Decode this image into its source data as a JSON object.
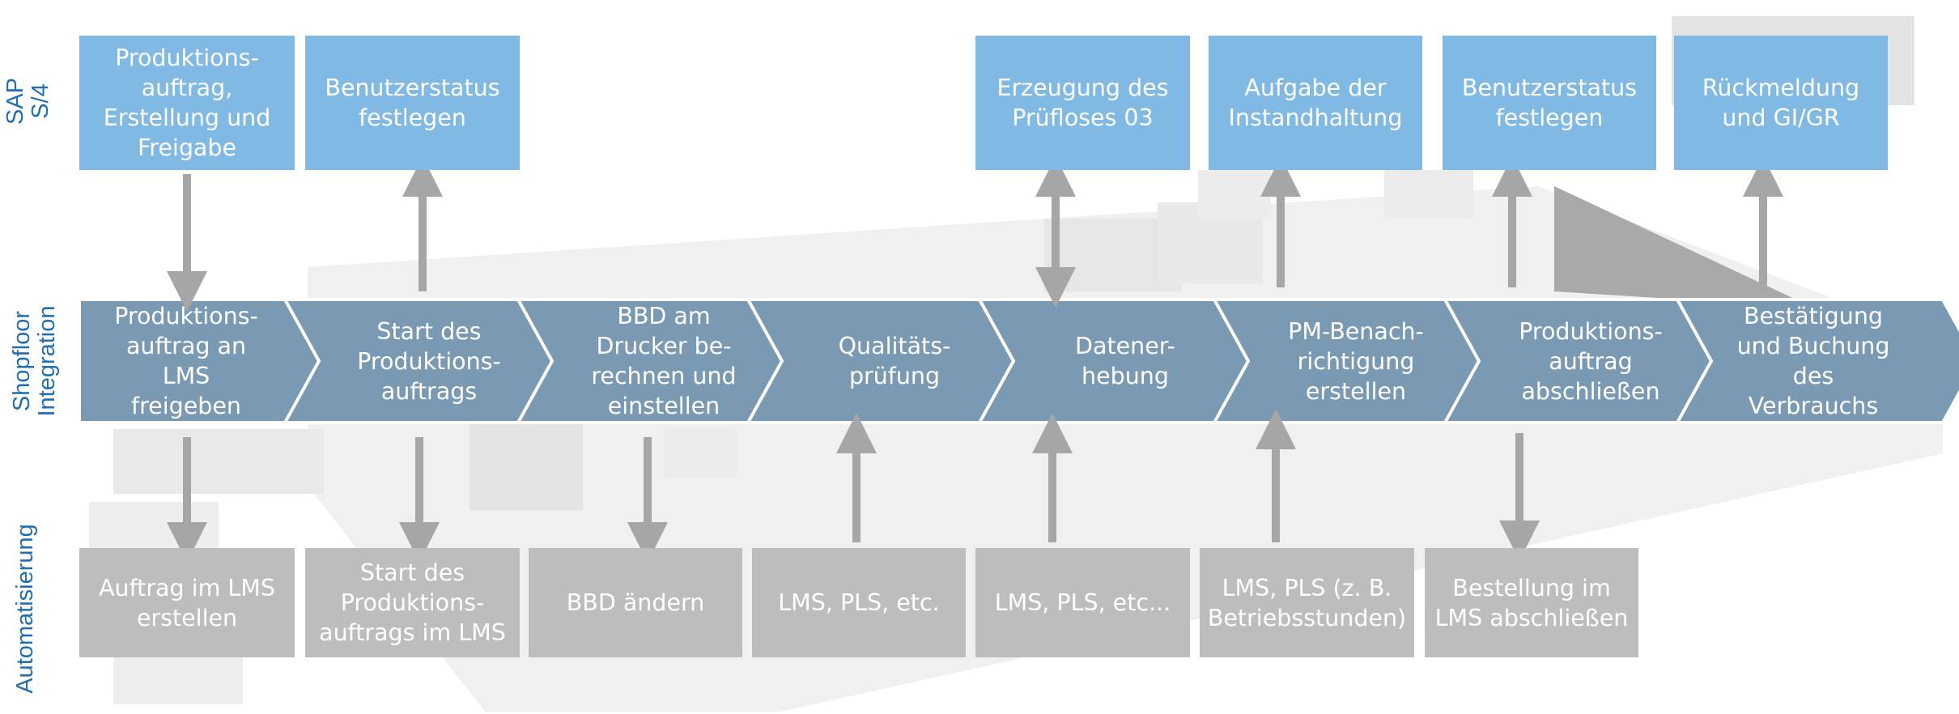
{
  "rows": {
    "sap_label": "SAP\nS/4",
    "shopfloor_label": "Shopfloor\nIntegration",
    "automation_label": "Automatisierung"
  },
  "sap_boxes": [
    "Produktions-\nauftrag,\nErstellung und\nFreigabe",
    "Benutzerstatus\nfestlegen",
    "Erzeugung des\nPrüfloses 03",
    "Aufgabe der\nInstandhaltung",
    "Benutzerstatus\nfestlegen",
    "Rückmeldung\nund GI/GR"
  ],
  "process_steps": [
    "Produktions-\nauftrag an LMS\nfreigeben",
    "Start des\nProduktions-\nauftrags",
    "BBD am\nDrucker be-\nrechnen und\neinstellen",
    "Qualitäts-\nprüfung",
    "Datener-\nhebung",
    "PM-Benach-\nrichtigung\nerstellen",
    "Produktions-\nauftrag\nabschließen",
    "Bestätigung\nund Buchung\ndes\nVerbrauchs"
  ],
  "automation_boxes": [
    "Auftrag im LMS\nerstellen",
    "Start des\nProduktions-\nauftrags im LMS",
    "BBD ändern",
    "LMS, PLS, etc.",
    "LMS, PLS, etc...",
    "LMS, PLS (z. B.\nBetriebsstunden)",
    "Bestellung im\nLMS abschließen"
  ],
  "colors": {
    "sap_box": "#80b9e3",
    "chevron": "#7a99b3",
    "automation_box": "#bdbdbd",
    "arrow": "#a6a6a6",
    "row_label": "#1f6fb2"
  }
}
